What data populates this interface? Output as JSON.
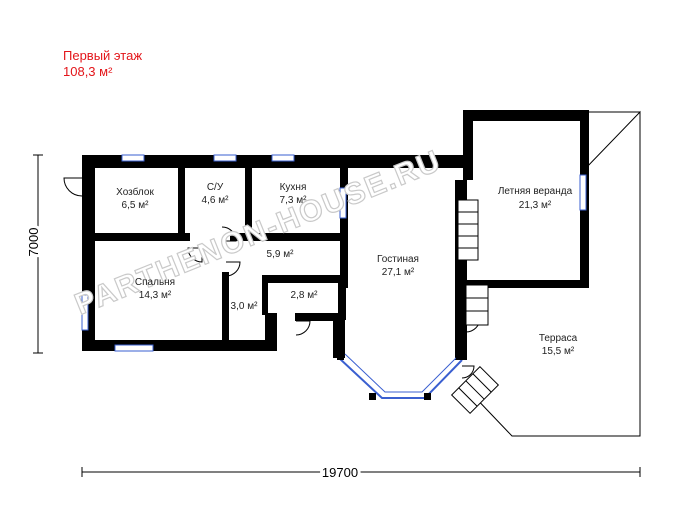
{
  "header": {
    "title": "Первый этаж",
    "area": "108,3 м²",
    "color": "#e3151a"
  },
  "dimensions": {
    "width_label": "19700",
    "height_label": "7000"
  },
  "watermark": "PARTHENON-HOUSE.RU",
  "rooms": [
    {
      "name": "Хозблок",
      "area": "6,5 м²"
    },
    {
      "name": "С/У",
      "area": "4,6 м²"
    },
    {
      "name": "Кухня",
      "area": "7,3 м²"
    },
    {
      "name": "Летняя веранда",
      "area": "21,3 м²"
    },
    {
      "name": "",
      "area": "5,9 м²"
    },
    {
      "name": "Гостиная",
      "area": "27,1 м²"
    },
    {
      "name": "Спальня",
      "area": "14,3 м²"
    },
    {
      "name": "",
      "area": "3,0 м²"
    },
    {
      "name": "",
      "area": "2,8 м²"
    },
    {
      "name": "Терраса",
      "area": "15,5 м²"
    }
  ],
  "colors": {
    "wall": "#000000",
    "window": "#3a5fd0",
    "watermark": "#c9c9c9"
  }
}
